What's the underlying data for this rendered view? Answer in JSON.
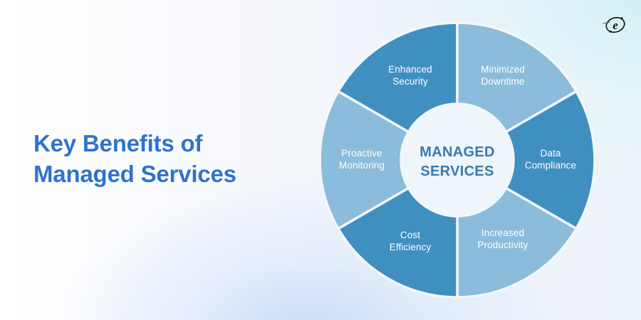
{
  "title": {
    "line1": "Key Benefits of",
    "line2": "Managed Services"
  },
  "logo": {
    "icon": "e-orbit-logo-icon",
    "glyph": "e"
  },
  "colors": {
    "title": "#2f72cf",
    "segment_dark": "#3f8fc0",
    "segment_light": "#8bbcdb",
    "hub_fill": "#eef5fb",
    "hub_text": "#3a7aab",
    "segment_text": "#ffffff"
  },
  "hub": {
    "line1": "MANAGED",
    "line2": "SERVICES"
  },
  "segments": [
    {
      "line1": "Enhanced",
      "line2": "Security",
      "shade": "dark"
    },
    {
      "line1": "Minimized",
      "line2": "Downtime",
      "shade": "light"
    },
    {
      "line1": "Data",
      "line2": "Compliance",
      "shade": "dark"
    },
    {
      "line1": "Increased",
      "line2": "Productivity",
      "shade": "light"
    },
    {
      "line1": "Cost",
      "line2": "Efficiency",
      "shade": "dark"
    },
    {
      "line1": "Proactive",
      "line2": "Monitoring",
      "shade": "light"
    }
  ]
}
